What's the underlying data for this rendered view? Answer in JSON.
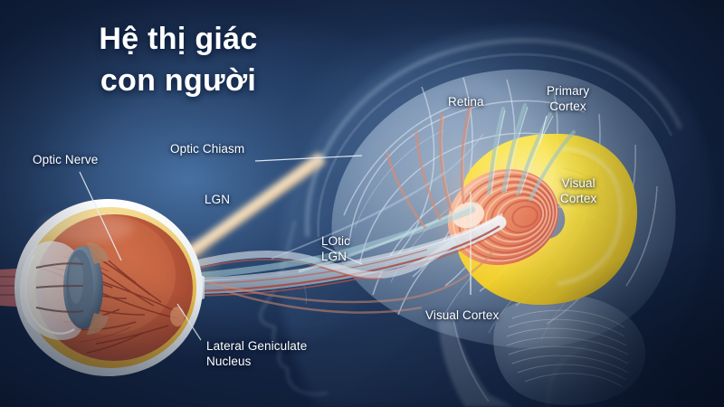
{
  "title": {
    "line1": "Hệ thị giác",
    "line2": "con người"
  },
  "labels": {
    "optic_nerve": "Optic Nerve",
    "optic_chiasm": "Optic Chiasm",
    "lgn": "LGN",
    "lotic_lgn": "LOtic\nLGN",
    "lateral_geniculate_nucleus": "Lateral Geniculate\nNucleus",
    "retina": "Retina",
    "primary_cortex": "Primary\nCortex",
    "visual_cortex_upper": "Visual\nCortex",
    "visual_cortex_lower": "Visual Cortex"
  },
  "colors": {
    "background_dark": "#152646",
    "background_mid": "#33588a",
    "label_text": "#ffffff",
    "visual_cortex_yellow": "#ffe13c",
    "lgn_orange": "#e8794f",
    "retina_red": "#c45a3c",
    "brain_blue": "#b9cde2",
    "nerve_pale": "#dfe7ef",
    "vessel_red": "#9c3b33",
    "sclera_white": "#eef2f5",
    "choroid_yellow": "#e8c35c",
    "beam_glow": "#ffd9a8"
  }
}
